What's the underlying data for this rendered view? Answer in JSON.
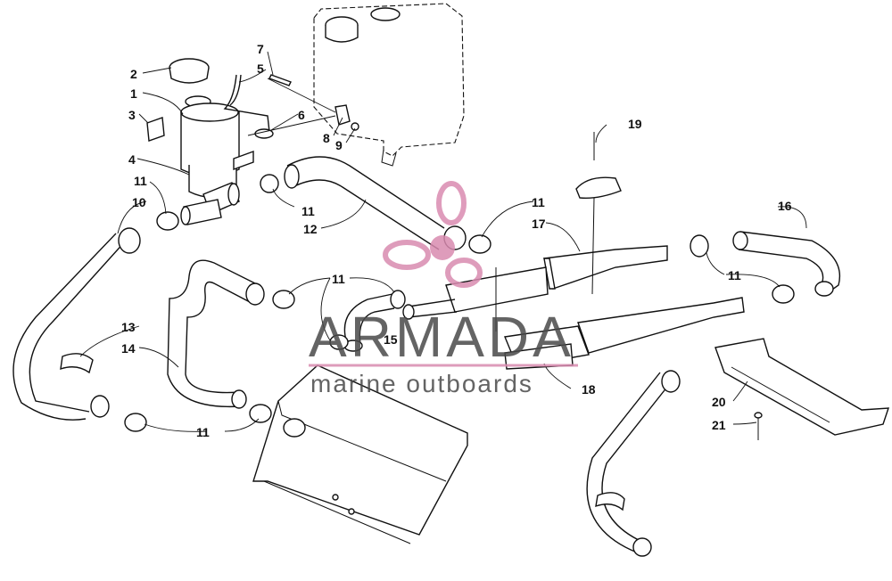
{
  "diagram": {
    "callouts": [
      {
        "id": "c1",
        "text": "1"
      },
      {
        "id": "c2",
        "text": "2"
      },
      {
        "id": "c3",
        "text": "3"
      },
      {
        "id": "c4",
        "text": "4"
      },
      {
        "id": "c5",
        "text": "5"
      },
      {
        "id": "c6",
        "text": "6"
      },
      {
        "id": "c7",
        "text": "7"
      },
      {
        "id": "c8",
        "text": "8"
      },
      {
        "id": "c9",
        "text": "9"
      },
      {
        "id": "c10",
        "text": "10"
      },
      {
        "id": "c11a",
        "text": "11"
      },
      {
        "id": "c11b",
        "text": "11"
      },
      {
        "id": "c11c",
        "text": "11"
      },
      {
        "id": "c11d",
        "text": "11"
      },
      {
        "id": "c11e",
        "text": "11"
      },
      {
        "id": "c11f",
        "text": "11"
      },
      {
        "id": "c12",
        "text": "12"
      },
      {
        "id": "c13",
        "text": "13"
      },
      {
        "id": "c14",
        "text": "14"
      },
      {
        "id": "c15",
        "text": "15"
      },
      {
        "id": "c16",
        "text": "16"
      },
      {
        "id": "c17",
        "text": "17"
      },
      {
        "id": "c18",
        "text": "18"
      },
      {
        "id": "c19",
        "text": "19"
      },
      {
        "id": "c20",
        "text": "20"
      },
      {
        "id": "c21",
        "text": "21"
      }
    ]
  },
  "watermark": {
    "brand": "ARMADA",
    "tagline": "marine outboards",
    "accent_color": "#d98bb0",
    "text_color": "#4a4a4a"
  }
}
